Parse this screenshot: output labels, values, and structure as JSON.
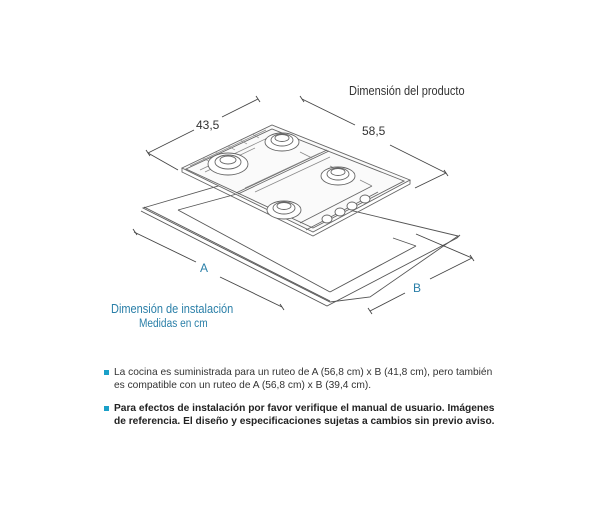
{
  "diagram": {
    "product_title": "Dimensión del producto",
    "product_width": "43,5",
    "product_depth": "58,5",
    "cutout_label_a": "A",
    "cutout_label_b": "B",
    "installation_title": "Dimensión de instalación",
    "installation_units": "Medidas en cm",
    "colors": {
      "label_blue": "#2a7fa8",
      "bullet_cyan": "#1aa0c8",
      "line": "#555555",
      "text": "#333333"
    }
  },
  "notes": [
    {
      "icon": "square-bullet-icon",
      "text": "La cocina es suministrada para un ruteo de A (56,8 cm) x B (41,8 cm), pero también es compatible con un ruteo de A (56,8 cm) x B (39,4 cm).",
      "bold": false
    },
    {
      "icon": "square-bullet-icon",
      "text": "Para efectos de instalación por favor verifique el manual de usuario. Imágenes de referencia. El diseño y especificaciones sujetas a cambios sin previo aviso.",
      "bold": true
    }
  ]
}
